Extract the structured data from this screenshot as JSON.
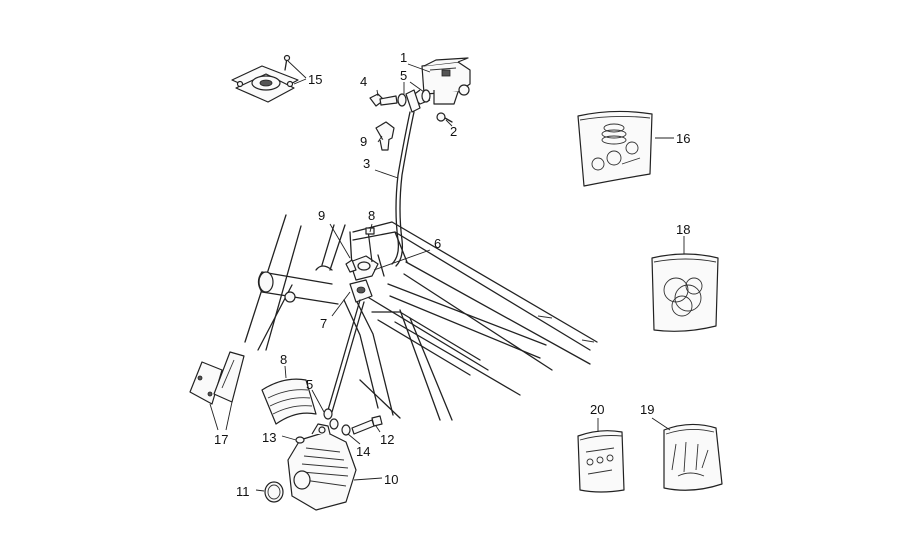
{
  "callouts": [
    {
      "id": "1",
      "text": "1"
    },
    {
      "id": "2",
      "text": "2"
    },
    {
      "id": "3",
      "text": "3"
    },
    {
      "id": "4",
      "text": "4"
    },
    {
      "id": "5a",
      "text": "5"
    },
    {
      "id": "5b",
      "text": "5"
    },
    {
      "id": "6",
      "text": "6"
    },
    {
      "id": "7",
      "text": "7"
    },
    {
      "id": "8a",
      "text": "8"
    },
    {
      "id": "8b",
      "text": "8"
    },
    {
      "id": "9a",
      "text": "9"
    },
    {
      "id": "9b",
      "text": "9"
    },
    {
      "id": "10",
      "text": "10"
    },
    {
      "id": "11",
      "text": "11"
    },
    {
      "id": "12",
      "text": "12"
    },
    {
      "id": "13",
      "text": "13"
    },
    {
      "id": "14",
      "text": "14"
    },
    {
      "id": "15",
      "text": "15"
    },
    {
      "id": "16",
      "text": "16"
    },
    {
      "id": "17",
      "text": "17"
    },
    {
      "id": "18",
      "text": "18"
    },
    {
      "id": "19",
      "text": "19"
    },
    {
      "id": "20",
      "text": "20"
    }
  ]
}
